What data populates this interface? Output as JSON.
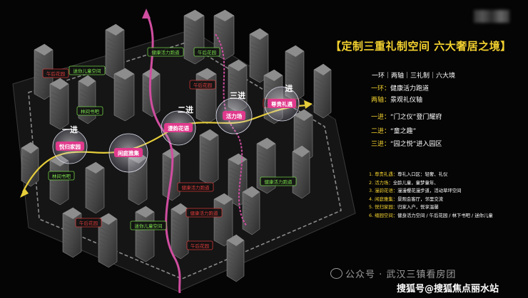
{
  "title": "【定制三重礼制空间 六大奢居之境】",
  "summary": "一环｜两轴｜三礼制｜六大境",
  "legend_pairs": [
    {
      "key": "一环：",
      "value": "健康活力跑道"
    },
    {
      "key": "两轴：",
      "value": "景观礼仪轴"
    },
    {
      "key": "一进：",
      "value": "“门之仪”登门耀府"
    },
    {
      "key": "二进：",
      "value": "“童之趣”"
    },
    {
      "key": "三进：",
      "value": "“园之悦”进入园区"
    }
  ],
  "legend_list": [
    {
      "num": "1.",
      "name": "尊贵礼遇：",
      "desc": "尊礼入口区：轻奢、礼仪"
    },
    {
      "num": "2.",
      "name": "活力场：",
      "desc": "全龄儿童，童梦童年、"
    },
    {
      "num": "3.",
      "name": "漫韵花语：",
      "desc": "漫漫樱花漫步道，活动草坪空间"
    },
    {
      "num": "4.",
      "name": "闲庭雅集：",
      "desc": "景观会客厅，邻里交流"
    },
    {
      "num": "5.",
      "name": "悦归家园：",
      "desc": "归家入户，悦享温馨"
    },
    {
      "num": "6.",
      "name": "缅园空间：",
      "desc": "健身活力空间 / 午后花园 / 林下书吧 / 迷你儿童"
    }
  ],
  "map_labels": [
    {
      "text": "健康活力跑道"
    },
    {
      "text": "午后花园"
    },
    {
      "text": "迷你儿童空间"
    },
    {
      "text": "午后花园"
    },
    {
      "text": "林间书吧"
    },
    {
      "text": "午后花园"
    },
    {
      "text": "健康活力跑道"
    },
    {
      "text": "林间书吧"
    },
    {
      "text": "健康活力跑道"
    },
    {
      "text": "健康活力跑道"
    },
    {
      "text": "健康活力跑道"
    },
    {
      "text": "迷你儿童空间"
    },
    {
      "text": "午后花园"
    },
    {
      "text": "午后花园"
    }
  ],
  "circles": [
    {
      "label": "悦归家园",
      "jin": "一进"
    },
    {
      "label": "闲庭雅集"
    },
    {
      "label": "漫韵花语",
      "jin": "二进"
    },
    {
      "label": "活力场",
      "jin": "三进"
    },
    {
      "label": "尊贵礼遇",
      "jin": "进"
    }
  ],
  "watermark_account": "公众号 · 武汉三镇看房团",
  "watermark_source": "搜狐号@搜狐焦点丽水站",
  "colors": {
    "title": "#f4d22f",
    "label_green": "#7be34b",
    "label_red": "#e23b3b",
    "path_yellow": "#e6cd3a",
    "axis_magenta": "#d04ea0"
  }
}
